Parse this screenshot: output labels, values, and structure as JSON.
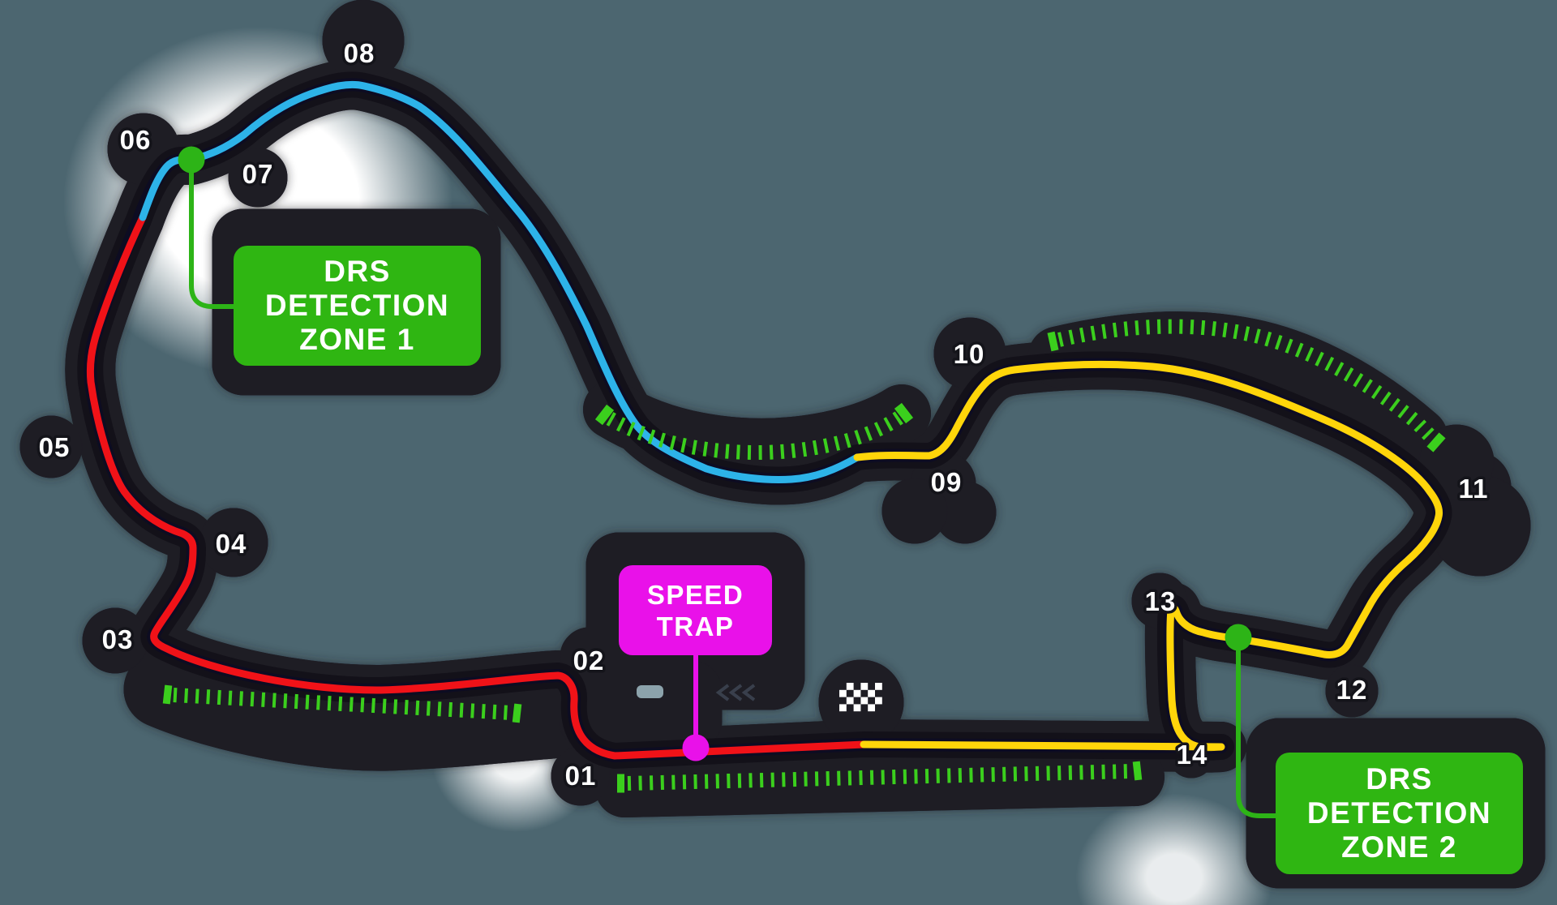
{
  "boxes": {
    "drs_zone_1": {
      "lines": [
        "DRS",
        "DETECTION",
        "ZONE 1"
      ],
      "color": "#2fb612"
    },
    "drs_zone_2": {
      "lines": [
        "DRS",
        "DETECTION",
        "ZONE 2"
      ],
      "color": "#2fb612"
    },
    "speed_trap": {
      "lines": [
        "SPEED",
        "TRAP"
      ],
      "color": "#e911e9"
    }
  },
  "corners": [
    {
      "label": "01"
    },
    {
      "label": "02"
    },
    {
      "label": "03"
    },
    {
      "label": "04"
    },
    {
      "label": "05"
    },
    {
      "label": "06"
    },
    {
      "label": "07"
    },
    {
      "label": "08"
    },
    {
      "label": "09"
    },
    {
      "label": "10"
    },
    {
      "label": "11"
    },
    {
      "label": "12"
    },
    {
      "label": "13"
    },
    {
      "label": "14"
    }
  ],
  "track_colors": {
    "sector_1_red": "#f01218",
    "sector_2_blue": "#2db3e9",
    "sector_3_yellow": "#ffd50a",
    "asphalt_dark": "#131119",
    "shadow_blob": "#1e1d24"
  },
  "markers": {
    "drs_detection_point_color": "#2db417",
    "drs_zone_dash_color": "#3bcf1d",
    "speed_trap_point_color": "#e911e9",
    "finish_line_icon": "checkered-flag",
    "direction_icon": "chevrons"
  },
  "background": {
    "base": "#4c6670",
    "spotlight": "#ffffff"
  }
}
